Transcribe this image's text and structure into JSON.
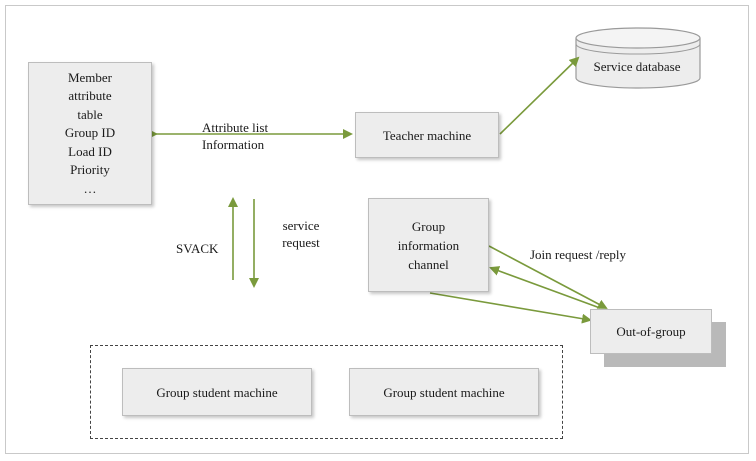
{
  "member_box": {
    "lines": [
      "Member",
      "attribute",
      "table",
      "Group ID",
      "Load ID",
      "Priority",
      "…"
    ]
  },
  "teacher_machine": "Teacher machine",
  "service_database": "Service database",
  "group_info_channel": {
    "lines": [
      "Group",
      "information",
      "channel"
    ]
  },
  "out_of_group": "Out-of-group",
  "group_students": [
    "Group student machine",
    "Group student machine"
  ],
  "edge_labels": {
    "attribute_list": [
      "Attribute list",
      "Information"
    ],
    "svack": "SVACK",
    "service_request": [
      "service",
      "request"
    ],
    "join_request_reply": "Join request /reply"
  },
  "colors": {
    "arrow": "#7a9a3c",
    "box_fill": "#ededed",
    "box_border": "#bdbdbd"
  }
}
